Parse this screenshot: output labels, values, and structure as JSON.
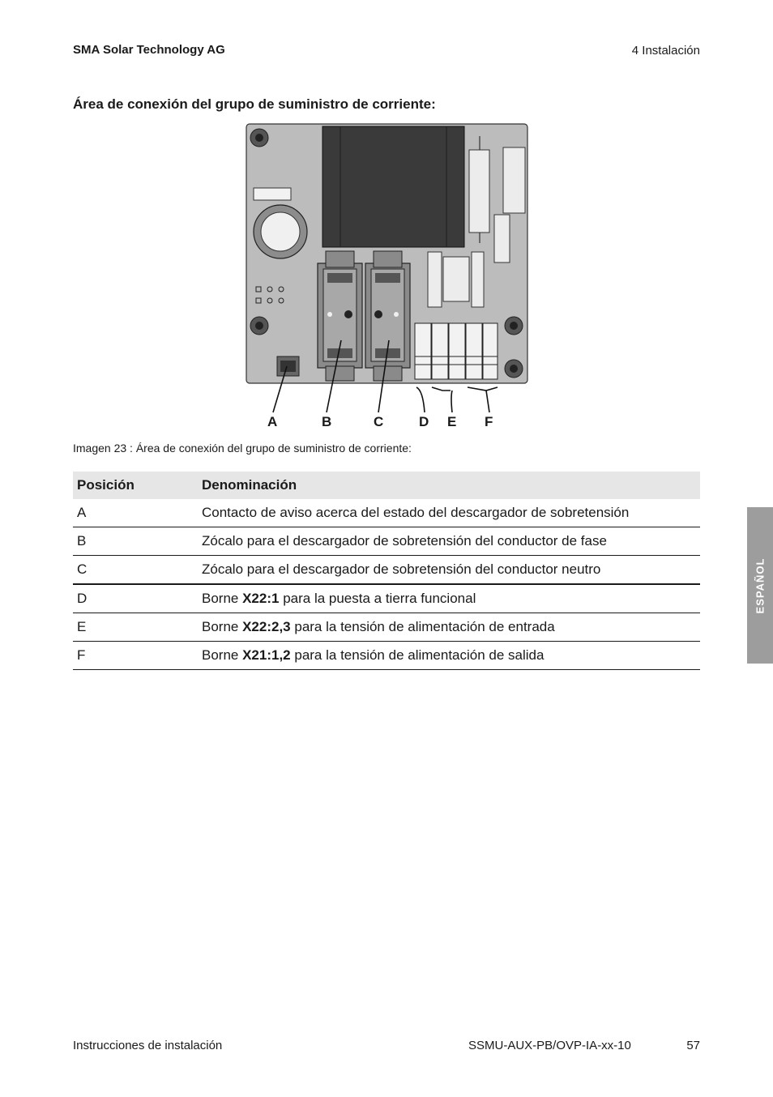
{
  "header": {
    "company": "SMA Solar Technology AG",
    "chapter": "4  Instalación"
  },
  "section_title": "Área de conexión del grupo de suministro de corriente:",
  "figure": {
    "callouts": [
      "A",
      "B",
      "C",
      "D",
      "E",
      "F"
    ],
    "caption": "Imagen 23 : Área de conexión del grupo de suministro de corriente:"
  },
  "table": {
    "headers": [
      "Posición",
      "Denominación"
    ],
    "rows": [
      {
        "pos": "A",
        "pre": "Contacto de aviso acerca del estado del descargador de sobretensión",
        "bold": "",
        "post": ""
      },
      {
        "pos": "B",
        "pre": "Zócalo para el descargador de sobretensión del conductor de fase",
        "bold": "",
        "post": ""
      },
      {
        "pos": "C",
        "pre": "Zócalo para el descargador de sobretensión del conductor neutro",
        "bold": "",
        "post": ""
      },
      {
        "pos": "D",
        "pre": "Borne ",
        "bold": "X22:1",
        "post": " para la puesta a tierra funcional"
      },
      {
        "pos": "E",
        "pre": "Borne ",
        "bold": "X22:2,3",
        "post": " para la tensión de alimentación de entrada"
      },
      {
        "pos": "F",
        "pre": "Borne ",
        "bold": "X21:1,2",
        "post": " para la tensión de alimentación de salida"
      }
    ]
  },
  "side_tab": "ESPAÑOL",
  "footer": {
    "doc_type": "Instrucciones de instalación",
    "doc_code": "SSMU-AUX-PB/OVP-IA-xx-10",
    "page": "57"
  }
}
